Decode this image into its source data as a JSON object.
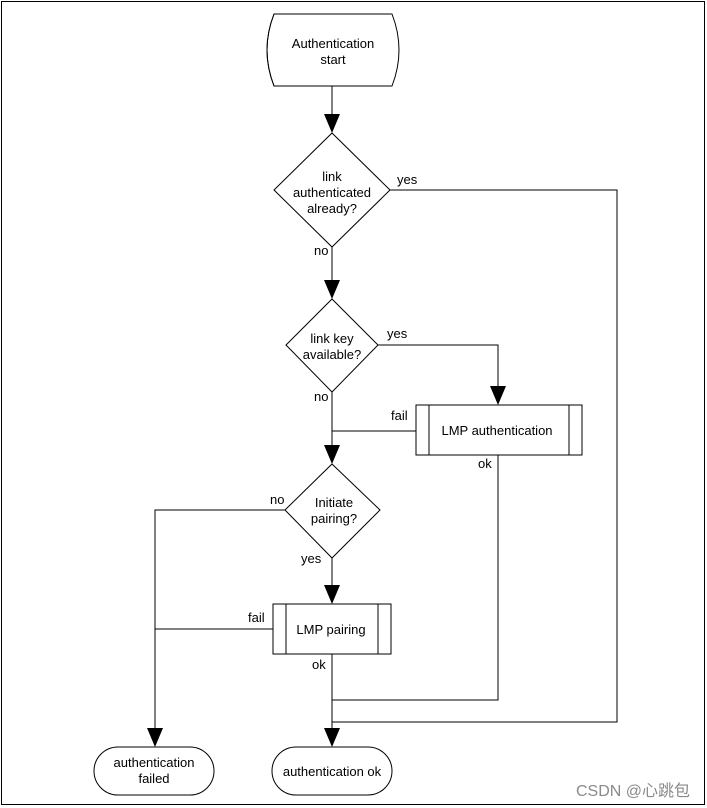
{
  "nodes": {
    "start": [
      "Authentication",
      "start"
    ],
    "link_auth": [
      "link",
      "authenticated",
      "already?"
    ],
    "link_key": [
      "link key",
      "available?"
    ],
    "lmp_auth": "LMP authentication",
    "initiate": [
      "Initiate",
      "pairing?"
    ],
    "lmp_pairing": "LMP pairing",
    "auth_failed": [
      "authentication",
      "failed"
    ],
    "auth_ok": "authentication ok"
  },
  "edge_labels": {
    "link_auth_yes": "yes",
    "link_auth_no": "no",
    "link_key_yes": "yes",
    "link_key_no": "no",
    "lmp_auth_fail": "fail",
    "lmp_auth_ok": "ok",
    "initiate_no": "no",
    "initiate_yes": "yes",
    "lmp_pairing_fail": "fail",
    "lmp_pairing_ok": "ok"
  },
  "watermark": "CSDN @心跳包"
}
